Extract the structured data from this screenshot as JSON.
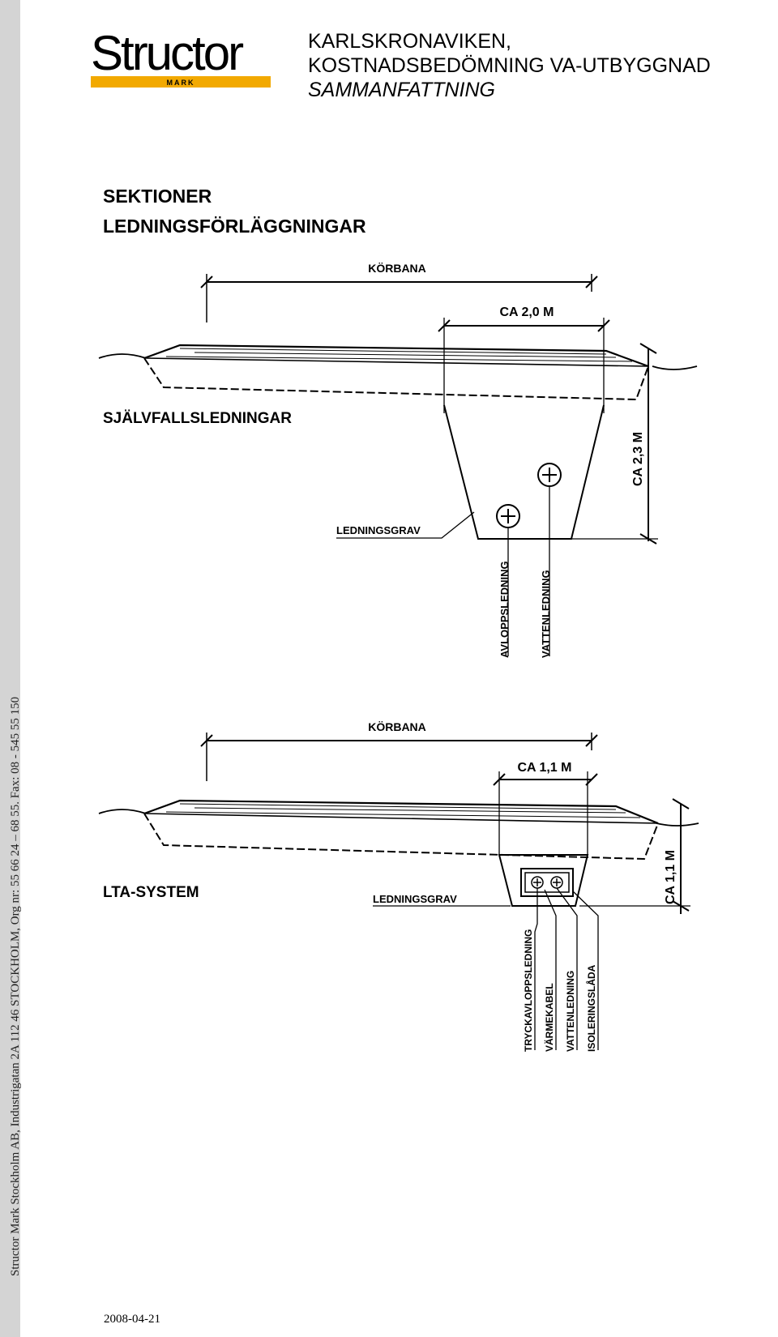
{
  "sidebar": {
    "company_info": "Structor Mark Stockholm AB, Industrigatan 2A 112 46 STOCKHOLM, Org nr: 55 66 24 – 68 55. Fax: 08 - 545 55 150"
  },
  "logo": {
    "name": "Structor",
    "sub": "MARK"
  },
  "header": {
    "line1": "KARLSKRONAVIKEN,",
    "line2": "KOSTNADSBEDÖMNING VA-UTBYGGNAD",
    "line3": "SAMMANFATTNING"
  },
  "drawing": {
    "title1": "SEKTIONER",
    "title2": "LEDNINGSFÖRLÄGGNINGAR",
    "section1": {
      "road_label": "KÖRBANA",
      "width_label": "CA 2,0 M",
      "depth_label": "CA 2,3 M",
      "system_label": "SJÄLVFALLSLEDNINGAR",
      "trench_label": "LEDNINGSGRAV",
      "pipe1_label": "AVLOPPSLEDNING",
      "pipe2_label": "VATTENLEDNING"
    },
    "section2": {
      "road_label": "KÖRBANA",
      "width_label": "CA 1,1 M",
      "depth_label": "CA 1,1 M",
      "system_label": "LTA-SYSTEM",
      "trench_label": "LEDNINGSGRAV",
      "pipe1_label": "TRYCKAVLOPPSLEDNING",
      "pipe2_label": "VÄRMEKABEL",
      "pipe3_label": "VATTENLEDNING",
      "pipe4_label": "ISOLERINGSLÅDA"
    }
  },
  "footer": {
    "date": "2008-04-21"
  },
  "colors": {
    "logo_bar": "#f2a900",
    "sidebar": "#d4d4d4"
  }
}
